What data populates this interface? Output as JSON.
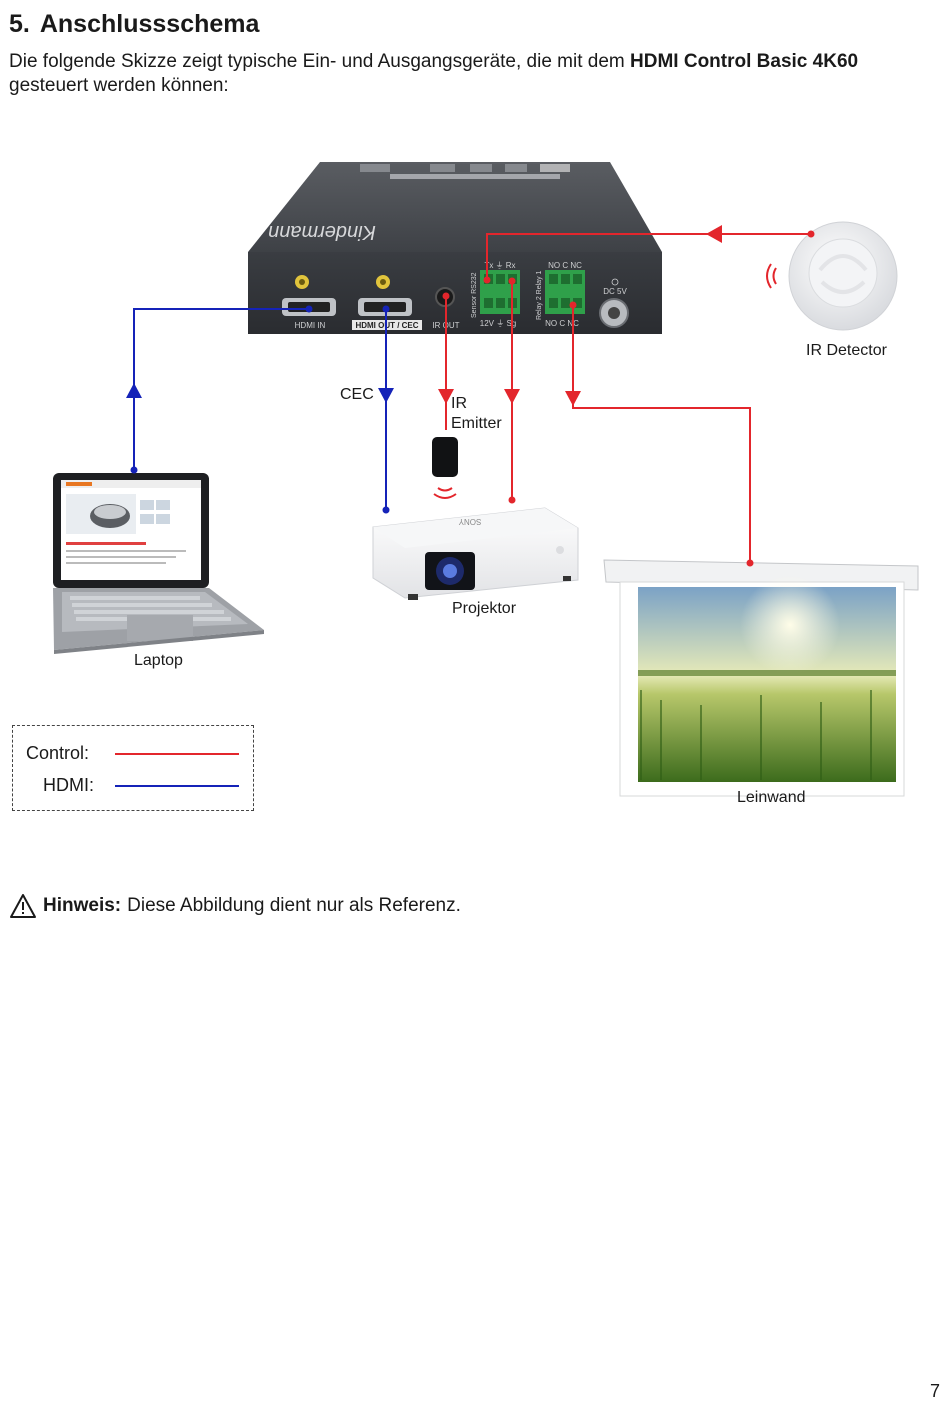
{
  "section": {
    "number": "5.",
    "title": "Anschlussschema"
  },
  "intro": {
    "text_before": "Die folgende Skizze zeigt typische Ein- und Ausgangsgeräte, die mit dem ",
    "product": "HDMI Control Basic 4K60",
    "text_after": " gesteuert werden können:"
  },
  "device": {
    "brand": "Kindermann",
    "ports": {
      "hdmi_in": "HDMI IN",
      "hdmi_out": "HDMI OUT / CEC",
      "ir_out": "IR OUT",
      "rs232": "Sensor   RS232",
      "rs232_top": "Tx  ⏚  Rx",
      "rs232_bottom": "12V ⏚ Sg",
      "relay": "Relay 2  Relay 1",
      "relay_top": "NO C NC",
      "relay_bottom": "NO C NC",
      "dc": "DC 5V"
    }
  },
  "labels": {
    "ir_detector": "IR Detector",
    "cec": "CEC",
    "ir_emitter_1": "IR",
    "ir_emitter_2": "Emitter",
    "projector": "Projektor",
    "laptop": "Laptop",
    "screen": "Leinwand"
  },
  "legend": {
    "control": {
      "label": "Control:",
      "color": "#e3262c"
    },
    "hdmi": {
      "label": "HDMI:",
      "color": "#1523b8"
    }
  },
  "note": {
    "bold": "Hinweis:",
    "text": "Diese Abbildung dient nur als Referenz."
  },
  "page_number": "7"
}
